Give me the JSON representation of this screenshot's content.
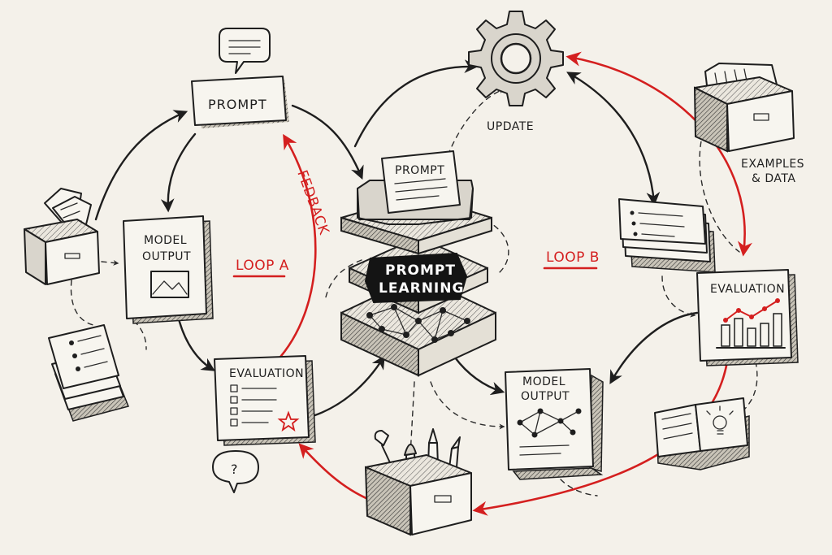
{
  "labels": {
    "prompt_top": "PROMPT",
    "model_output_left_1": "MODEL",
    "model_output_left_2": "OUTPUT",
    "loop_a": "LOOP A",
    "evaluation_left": "EVALUATION",
    "feedback": "FEDBACK",
    "center_prompt": "PROMPT",
    "center_title_1": "PROMPT",
    "center_title_2": "LEARNING",
    "update": "UPDATE",
    "loop_b": "LOOP B",
    "examples_1": "EXAMPLES",
    "examples_2": "& DATA",
    "evaluation_right": "EVALUATION",
    "model_output_bottom_1": "MODEL",
    "model_output_bottom_2": "OUTPUT",
    "question_mark": "?"
  },
  "colors": {
    "ink": "#1e1e1e",
    "accent_red": "#d41f1f",
    "paper": "#f4f1ea"
  }
}
